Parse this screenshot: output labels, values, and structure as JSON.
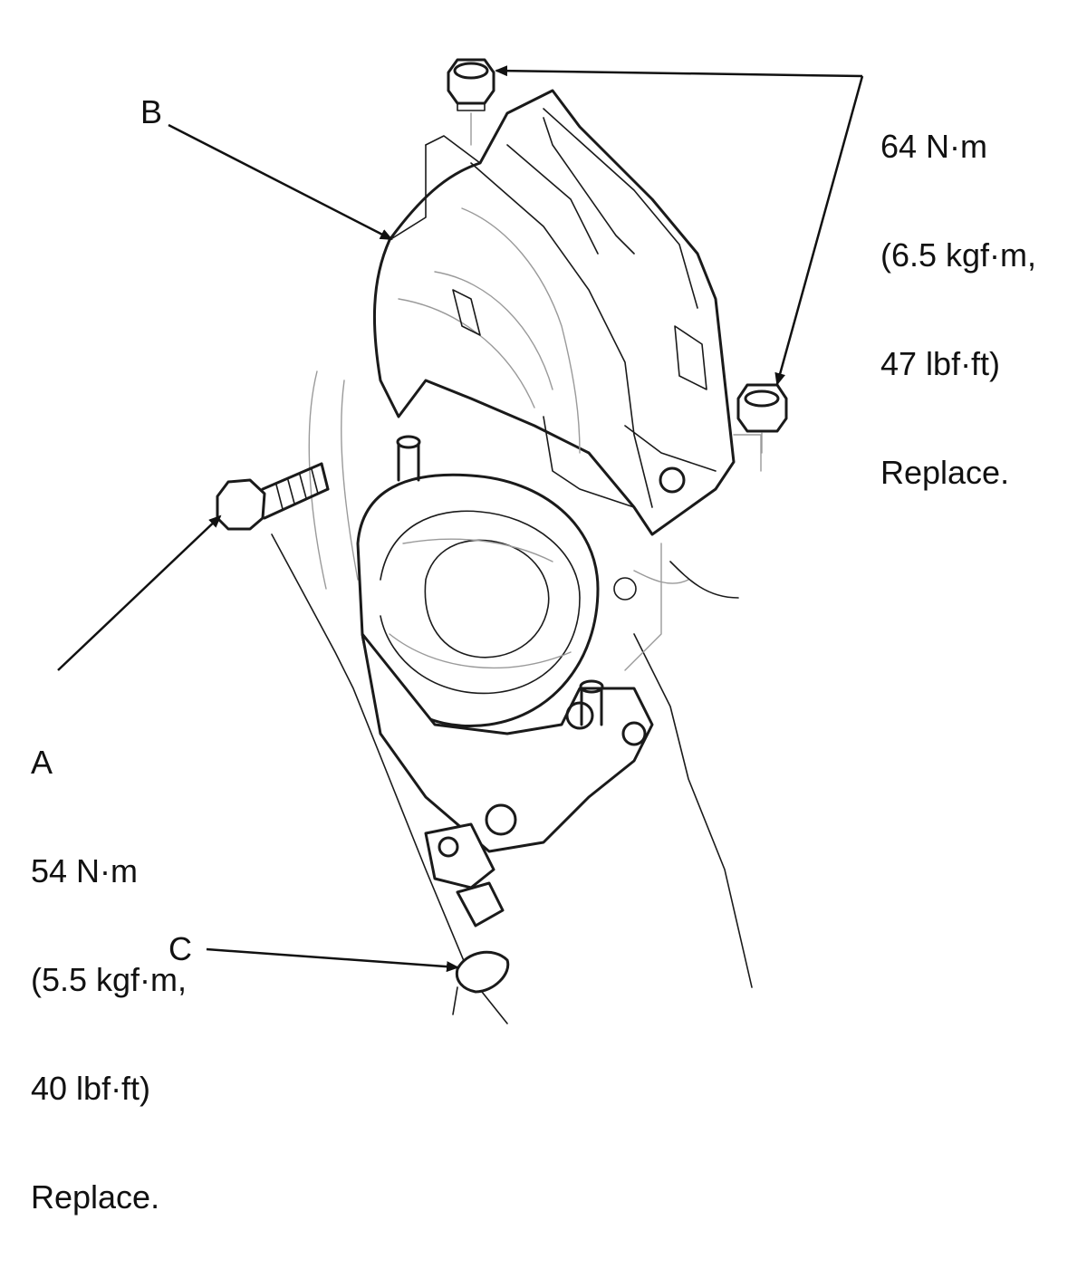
{
  "callouts": {
    "top_nuts": {
      "torque": "64 N·m",
      "kgf": "(6.5 kgf·m,",
      "lbf": "47 lbf·ft)",
      "note": "Replace."
    },
    "bolt_a": {
      "letter": "A",
      "torque": "54 N·m",
      "kgf": "(5.5 kgf·m,",
      "lbf": "40 lbf·ft)",
      "note": "Replace."
    },
    "bracket_b": {
      "letter": "B"
    },
    "part_c": {
      "letter": "C"
    }
  },
  "colors": {
    "ink": "#1a1a1a",
    "ghost_lines": "#9a9a9a",
    "background": "#ffffff"
  }
}
